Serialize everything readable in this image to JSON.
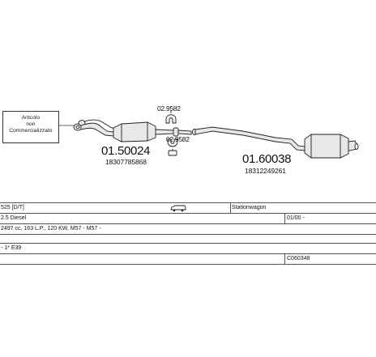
{
  "diagram": {
    "note_box_text": [
      "Articolo",
      "non",
      "Commercializzato"
    ],
    "parts": [
      {
        "number": "01.50024",
        "oem": "18307785868"
      },
      {
        "number": "01.60038",
        "oem": "18312249261"
      }
    ],
    "clamps": [
      "02.9582",
      "02.9582"
    ]
  },
  "info": {
    "model": "525  [D/T]",
    "body_type": "Stationwagon",
    "engine": "2.5 Diesel",
    "date_from": "01/00 -",
    "engine_details": "2497 cc, 163 L.P., 120 KW, M57 - M57 -",
    "chassis": "- 1* E39",
    "catalog_code": "C060348",
    "car_icon": "stationwagon-car-icon"
  }
}
